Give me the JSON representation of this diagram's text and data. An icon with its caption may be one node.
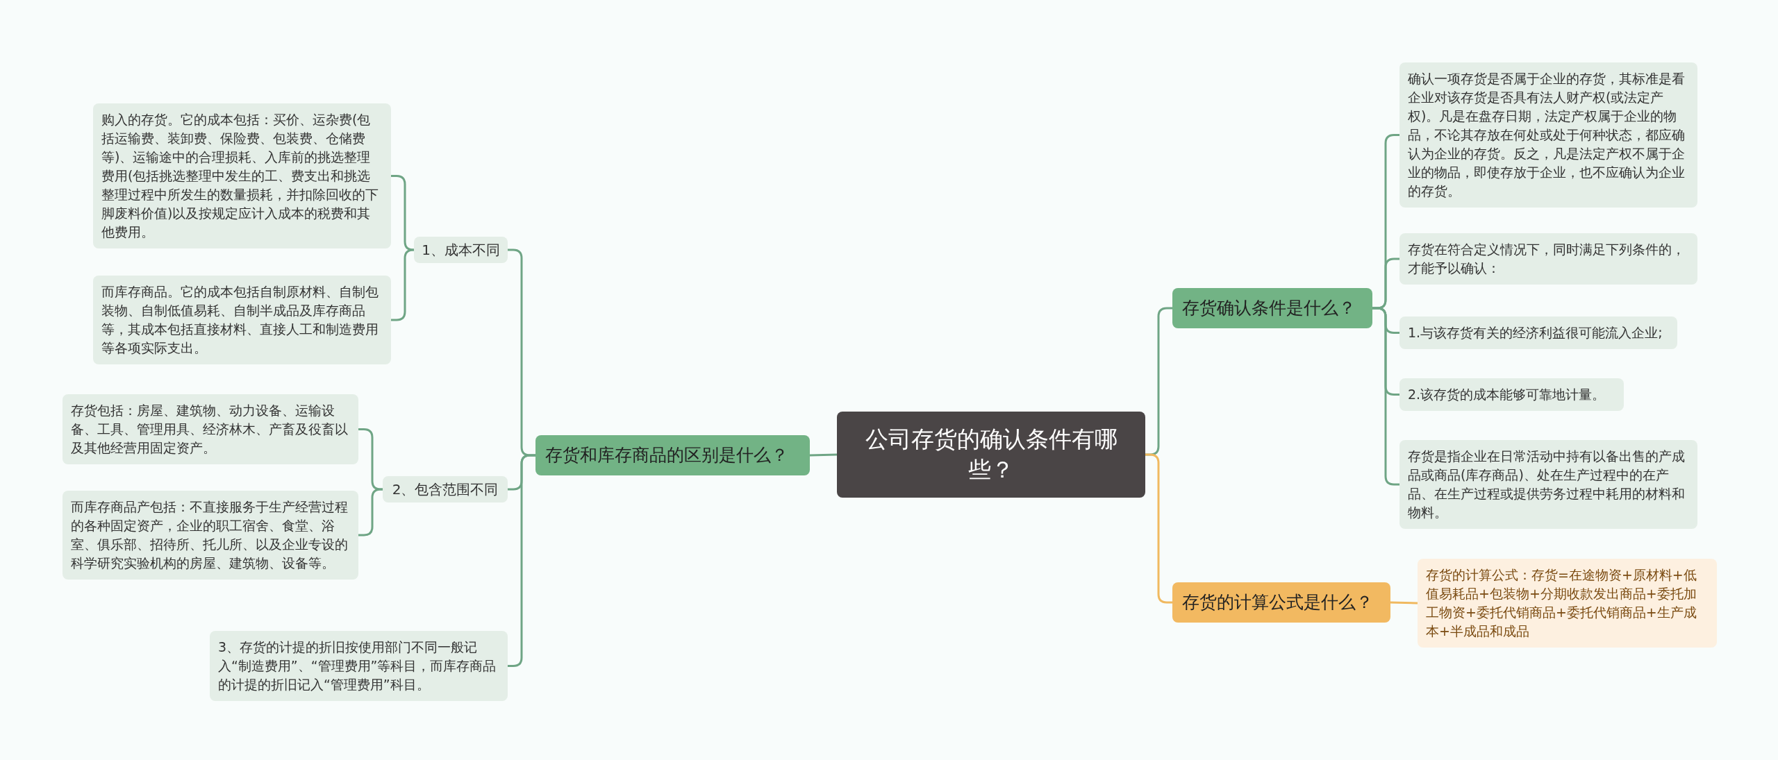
{
  "diagram": {
    "nodes": [
      {
        "text": [
          "公司存货的确认条件有哪些？"
        ]
      },
      {
        "text": [
          "存货和库存商品的区别是什么？"
        ]
      },
      {
        "text": [
          "1、成本不同"
        ]
      },
      {
        "text": [
          "购入的存货。它的成本包括：买价、运杂费(包括运输费、装卸费、保险费、包装费、仓储费等)、运输途中的合理损耗、入库前的挑选整理费用(包括挑选整理中发生的工、费支出和挑选整理过程中所发生的数量损耗，并扣除回收的下脚废料价值)以及按规定应计入成本的税费和其他费用。"
        ]
      },
      {
        "text": [
          "而库存商品。它的成本包括自制原材料、自制包装物、自制低值易耗、自制半成品及库存商品等，其成本包括直接材料、直接人工和制造费用等各项实际支出。"
        ]
      },
      {
        "text": [
          "2、包含范围不同"
        ]
      },
      {
        "text": [
          "存货包括：房屋、建筑物、动力设备、运输设备、工具、管理用具、经济林木、产畜及役畜以及其他经营用固定资产。"
        ]
      },
      {
        "text": [
          "而库存商品产包括：不直接服务于生产经营过程的各种固定资产，企业的职工宿舍、食堂、浴室、俱乐部、招待所、托儿所、以及企业专设的科学研究实验机构的房屋、建筑物、设备等。"
        ]
      },
      {
        "text": [
          "3、存货的计提的折旧按使用部门不同一般记入“制造费用”、“管理费用”等科目，而库存商品的计提的折旧记入“管理费用”科目。"
        ]
      },
      {
        "text": [
          "存货确认条件是什么？"
        ]
      },
      {
        "text": [
          "确认一项存货是否属于企业的存货，其标准是看企业对该存货是否具有法人财产权(或法定产权)。凡是在盘存日期，法定产权属于企业的物品，不论其存放在何处或处于何种状态，都应确认为企业的存货。反之，凡是法定产权不属于企业的物品，即使存放于企业，也不应确认为企业的存货。"
        ]
      },
      {
        "text": [
          "存货在符合定义情况下，同时满足下列条件的，才能予以确认："
        ]
      },
      {
        "text": [
          "1.与该存货有关的经济利益很可能流入企业;"
        ]
      },
      {
        "text": [
          "2.该存货的成本能够可靠地计量。"
        ]
      },
      {
        "text": [
          "存货是指企业在日常活动中持有以备出售的产成品或商品(库存商品)、处在生产过程中的在产品、在生产过程或提供劳务过程中耗用的材料和物料。"
        ]
      },
      {
        "text": [
          "存货的计算公式是什么？"
        ]
      },
      {
        "text": [
          "存货的计算公式：存货=在途物资+原材料+低值易耗品+包装物+分期收款发出商品+委托加工物资+委托代销商品+委托代销商品+生产成本+半成品和成品"
        ]
      }
    ],
    "edges": [
      {
        "from": 0,
        "to": 1,
        "arrow": "none"
      },
      {
        "from": 1,
        "to": 2,
        "arrow": "none"
      },
      {
        "from": 2,
        "to": 3,
        "arrow": "none"
      },
      {
        "from": 2,
        "to": 4,
        "arrow": "none"
      },
      {
        "from": 1,
        "to": 5,
        "arrow": "none"
      },
      {
        "from": 5,
        "to": 6,
        "arrow": "none"
      },
      {
        "from": 5,
        "to": 7,
        "arrow": "none"
      },
      {
        "from": 1,
        "to": 8,
        "arrow": "none"
      },
      {
        "from": 0,
        "to": 9,
        "arrow": "none"
      },
      {
        "from": 9,
        "to": 10,
        "arrow": "none"
      },
      {
        "from": 9,
        "to": 11,
        "arrow": "none"
      },
      {
        "from": 9,
        "to": 12,
        "arrow": "none"
      },
      {
        "from": 9,
        "to": 13,
        "arrow": "none"
      },
      {
        "from": 9,
        "to": 14,
        "arrow": "none"
      },
      {
        "from": 0,
        "to": 15,
        "arrow": "none",
        "color": "#f0b960"
      },
      {
        "from": 15,
        "to": 16,
        "arrow": "none",
        "color": "#f0b960"
      }
    ]
  }
}
